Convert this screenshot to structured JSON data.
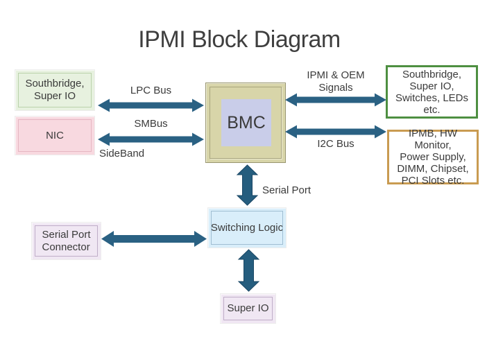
{
  "title": "IPMI Block Diagram",
  "nodes": {
    "southbridge_left": {
      "label": "Southbridge,\nSuper IO"
    },
    "nic": {
      "label": "NIC"
    },
    "bmc": {
      "label": "BMC"
    },
    "peripherals_top": {
      "label": "Southbridge,\nSuper IO,\nSwitches, LEDs\netc."
    },
    "peripherals_bottom": {
      "label": "IPMB, HW Monitor,\nPower Supply,\nDIMM, Chipset,\nPCI Slots etc."
    },
    "switching_logic": {
      "label": "Switching Logic"
    },
    "serial_port_connector": {
      "label": "Serial Port\nConnector"
    },
    "super_io": {
      "label": "Super IO"
    }
  },
  "bus_labels": {
    "lpc": "LPC Bus",
    "smbus": "SMBus",
    "sideband": "SideBand",
    "ipmi_oem": "IPMI & OEM\nSignals",
    "i2c": "I2C Bus",
    "serial_port": "Serial Port"
  },
  "colors": {
    "arrow": "#2a6183",
    "title_text": "#3f3f3f",
    "node_green_fill": "#e7f1df",
    "node_pink_fill": "#f8d9e0",
    "node_blue_fill": "#d9eefa",
    "node_lavender_fill": "#f0e7f3",
    "bmc_outer_fill": "#d8d5a9",
    "bmc_inner_fill": "#c9cde9",
    "border_green": "#4e8f41",
    "border_orange": "#c99b51"
  }
}
